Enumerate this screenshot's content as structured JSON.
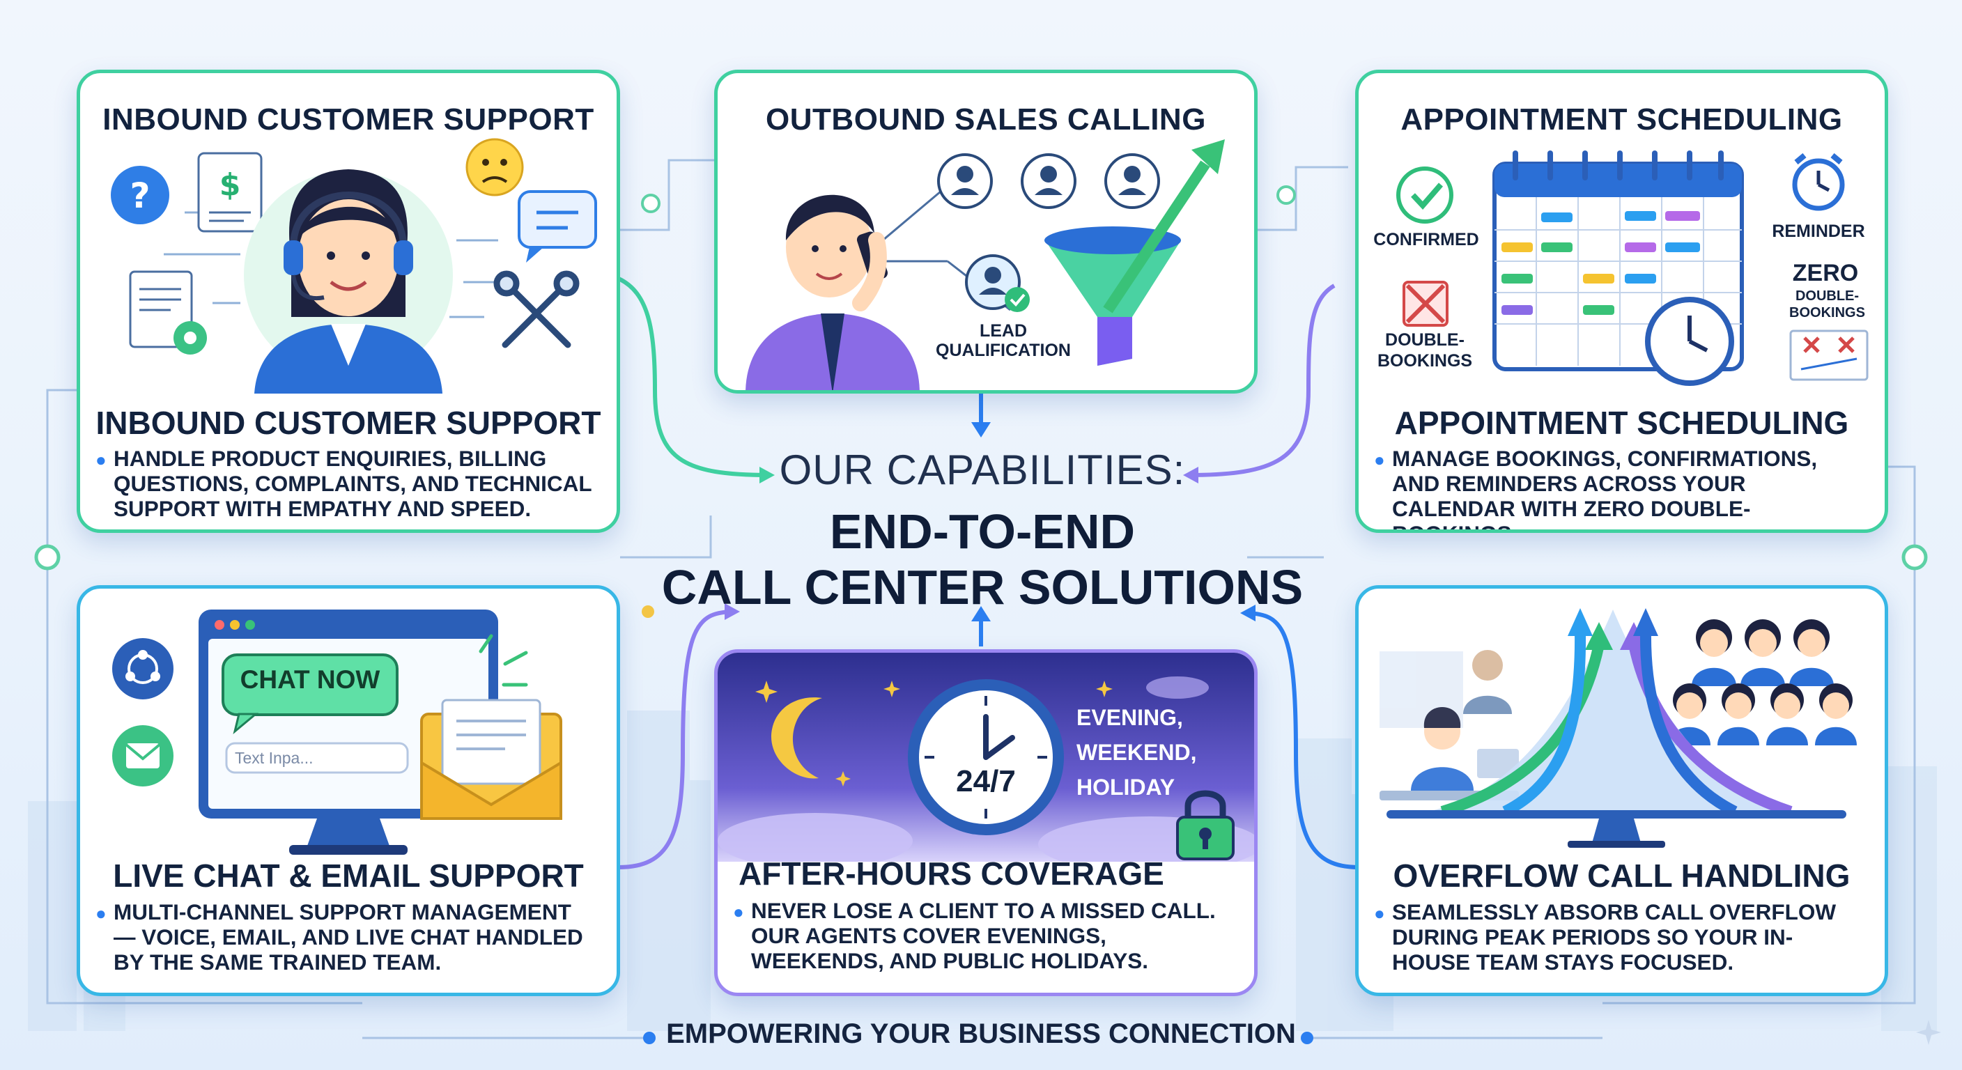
{
  "hub": {
    "line1": "OUR CAPABILITIES:",
    "line2": "END-TO-END",
    "line3": "CALL CENTER SOLUTIONS"
  },
  "cards": {
    "inbound": {
      "top_title": "INBOUND CUSTOMER SUPPORT",
      "title": "INBOUND CUSTOMER SUPPORT",
      "body": "HANDLE PRODUCT ENQUIRIES, BILLING QUESTIONS, COMPLAINTS, and TECHNICAL SUPPORT with EMPATHY AND SPEED."
    },
    "outbound": {
      "top_title": "OUTBOUND SALES CALLING",
      "lead_label": "LEAD QUALIFICATION"
    },
    "scheduling": {
      "top_title": "APPOINTMENT SCHEDULING",
      "title": "APPOINTMENT SCHEDULING",
      "body": "MANAGE BOOKINGS, CONFIRMATIONS, and REMINDERS across YOUR CALENDAR with ZERO DOUBLE-BOOKINGS.",
      "label_confirmed": "CONFIRMED",
      "label_reminder": "REMINDER",
      "label_double": "DOUBLE- BOOKINGS",
      "label_zero_big": "ZERO",
      "label_zero_small": "DOUBLE- BOOKINGS"
    },
    "livechat": {
      "title": "LIVE CHAT & EMAIL SUPPORT",
      "body": "MULTI-CHANNEL SUPPORT MANAGEMENT — VOICE, EMAIL, and LIVE CHAT HANDLED BY THE SAME TRAINED TEAM.",
      "chat_button": "CHAT NOW",
      "input_placeholder": "Text Inpa..."
    },
    "afterhours": {
      "title": "AFTER-HOURS COVERAGE",
      "body": "NEVER LOSE A CLIENT TO A MISSED CALL. OUR AGENTS COVER EVENINGS, WEEKENDS, and PUBLIC HOLIDAYS.",
      "clock_label": "24/7",
      "times": [
        "EVENING,",
        "WEEKEND,",
        "HOLIDAY"
      ]
    },
    "overflow": {
      "title": "OVERFLOW CALL HANDLING",
      "body": "SEAMLESSLY ABSORB CALL OVERFLOW DURING PEAK PERIODS SO YOUR IN-HOUSE TEAM STAYS FOCUSED."
    }
  },
  "footer": "EMPOWERING YOUR BUSINESS CONNECTION",
  "colors": {
    "blue": "#2b7ef0",
    "teal": "#3fd0a0",
    "violet": "#8d7ef0",
    "navy": "#12223e",
    "night": "#2d2f8f"
  }
}
